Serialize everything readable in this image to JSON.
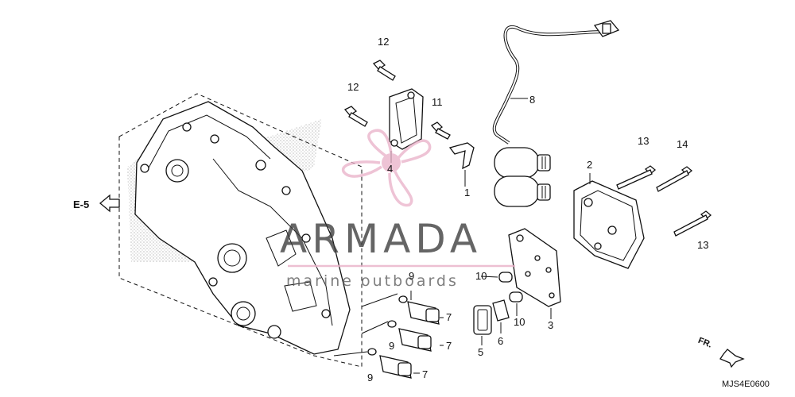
{
  "diagram": {
    "callouts": [
      "1",
      "2",
      "3",
      "4",
      "5",
      "6",
      "7",
      "7",
      "7",
      "8",
      "9",
      "9",
      "9",
      "10",
      "10",
      "11",
      "12",
      "12",
      "13",
      "13",
      "14"
    ],
    "reference_arrow_label": "E-5",
    "direction_label": "FR.",
    "diagram_code": "MJS4E0600"
  },
  "watermark": {
    "brand": "ARMADA",
    "tagline": "marine outboards",
    "color": "#e9b0c8"
  }
}
